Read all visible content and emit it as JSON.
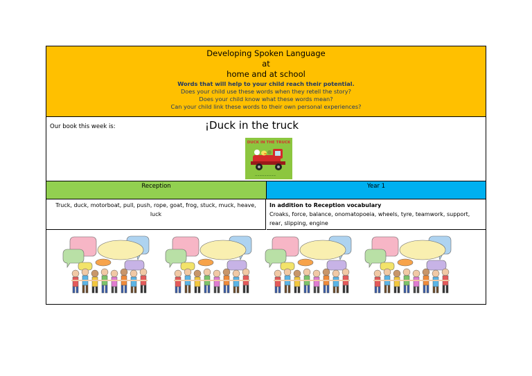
{
  "header": {
    "title_line1": "Developing Spoken Language",
    "title_line2": "at",
    "title_line3": "home and at school",
    "tagline": "Words that will help to your child reach their potential.",
    "question1": "Does your child use these words when they retell the story?",
    "question2": "Does your child know what these words mean?",
    "question3": "Can your child link these words to their own personal experiences?"
  },
  "book": {
    "label": "Our book this week is:",
    "title": "¡Duck in the truck",
    "cover_title": "DUCK IN THE TRUCK"
  },
  "columns": {
    "left_heading": "Reception",
    "right_heading": "Year 1",
    "left_words": "Truck, duck, motorboat, pull, push, rope, goat, frog, stuck, muck, heave, luck",
    "right_intro": "In addition to Reception vocabulary",
    "right_words": "Croaks, force, balance, onomatopoeia, wheels, tyre, teamwork, support, rear, slipping, engine"
  },
  "colors": {
    "header_bg": "#ffc000",
    "reception_bg": "#92d050",
    "year1_bg": "#00b0f0",
    "subtitle_text": "#1f3864"
  },
  "illustration": {
    "icon": "children-talking-speech-bubbles-icon"
  }
}
